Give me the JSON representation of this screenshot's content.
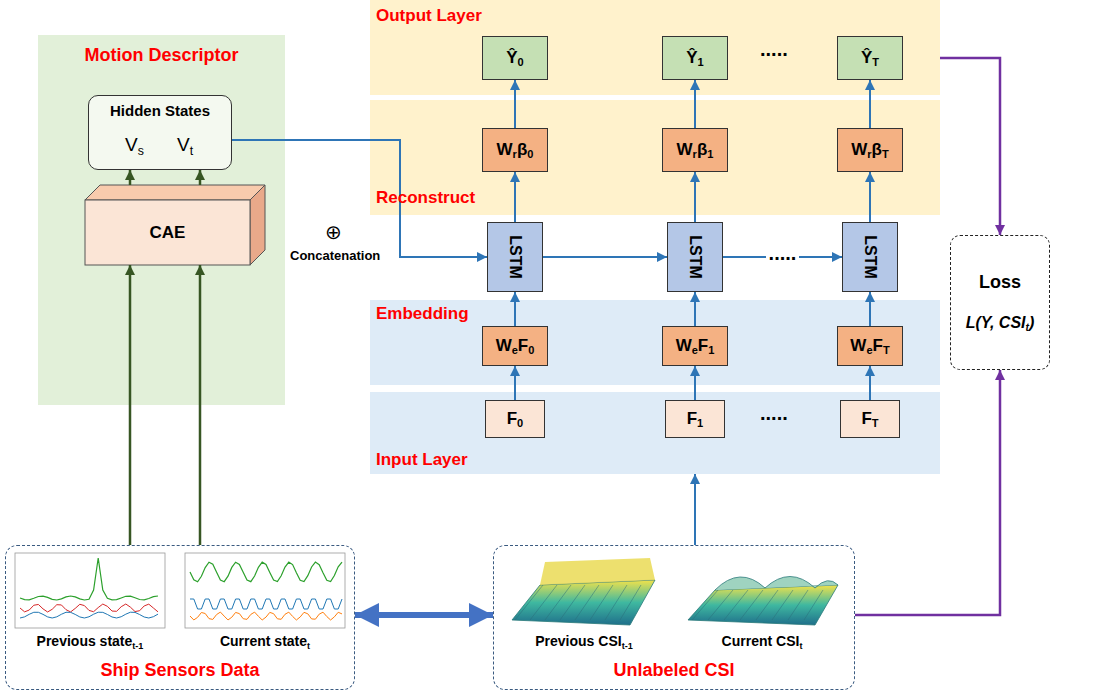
{
  "diagram": {
    "nodes": [
      {
        "text": [
          "Output Layer"
        ]
      },
      {
        "text": [
          "Ŷ0"
        ],
        "in": 0
      },
      {
        "text": [
          "Ŷ1"
        ],
        "in": 0
      },
      {
        "text": [
          "ŶT"
        ],
        "in": 0
      },
      {
        "text": [
          "Reconstruct"
        ]
      },
      {
        "text": [
          "Wrβ0"
        ],
        "in": 4
      },
      {
        "text": [
          "Wrβ1"
        ],
        "in": 4
      },
      {
        "text": [
          "WrβT"
        ],
        "in": 4
      },
      {
        "text": [
          "Motion Descriptor"
        ]
      },
      {
        "text": [
          "Hidden States",
          "Vs",
          "Vt"
        ],
        "in": 8
      },
      {
        "text": [
          "CAE"
        ],
        "in": 8
      },
      {
        "text": [
          "LSTM"
        ]
      },
      {
        "text": [
          "LSTM"
        ]
      },
      {
        "text": [
          "LSTM"
        ]
      },
      {
        "text": [
          "Loss",
          "L(Y, CSIt)"
        ]
      },
      {
        "text": [
          "Embedding"
        ]
      },
      {
        "text": [
          "WeF0"
        ],
        "in": 15
      },
      {
        "text": [
          "WeF1"
        ],
        "in": 15
      },
      {
        "text": [
          "WeFT"
        ],
        "in": 15
      },
      {
        "text": [
          "Input Layer"
        ]
      },
      {
        "text": [
          "F0"
        ],
        "in": 19
      },
      {
        "text": [
          "F1"
        ],
        "in": 19
      },
      {
        "text": [
          "FT"
        ],
        "in": 19
      },
      {
        "text": [
          "Ship Sensors Data"
        ]
      },
      {
        "text": [
          "Unlabeled CSI"
        ]
      }
    ],
    "edges": [
      {
        "from": 23,
        "to": 10,
        "arrow": "to"
      },
      {
        "from": 23,
        "to": 10,
        "arrow": "to"
      },
      {
        "from": 10,
        "to": 9,
        "arrow": "to"
      },
      {
        "from": 10,
        "to": 9,
        "arrow": "to"
      },
      {
        "from": 9,
        "to": 11,
        "arrow": "to"
      },
      {
        "from": 20,
        "to": 16,
        "arrow": "to"
      },
      {
        "from": 21,
        "to": 17,
        "arrow": "to"
      },
      {
        "from": 22,
        "to": 18,
        "arrow": "to"
      },
      {
        "from": 16,
        "to": 11,
        "arrow": "to"
      },
      {
        "from": 17,
        "to": 12,
        "arrow": "to"
      },
      {
        "from": 18,
        "to": 13,
        "arrow": "to"
      },
      {
        "from": 11,
        "to": 5,
        "arrow": "to"
      },
      {
        "from": 12,
        "to": 6,
        "arrow": "to"
      },
      {
        "from": 13,
        "to": 7,
        "arrow": "to"
      },
      {
        "from": 5,
        "to": 1,
        "arrow": "to"
      },
      {
        "from": 6,
        "to": 2,
        "arrow": "to"
      },
      {
        "from": 7,
        "to": 3,
        "arrow": "to"
      },
      {
        "from": 11,
        "to": 12,
        "arrow": "to"
      },
      {
        "from": 12,
        "to": 13,
        "label": ".....",
        "arrow": "to"
      },
      {
        "from": 24,
        "to": 19,
        "arrow": "to"
      },
      {
        "from": 0,
        "to": 14,
        "arrow": "to"
      },
      {
        "from": 24,
        "to": 14,
        "arrow": "to"
      },
      {
        "from": 23,
        "to": 24,
        "arrow": "both"
      }
    ],
    "labels": [
      ".....",
      ".....",
      "⊕",
      "Concatenation",
      "Previous statet-1",
      "Current statet",
      "Previous CSIt-1",
      "Current CSIt"
    ]
  }
}
